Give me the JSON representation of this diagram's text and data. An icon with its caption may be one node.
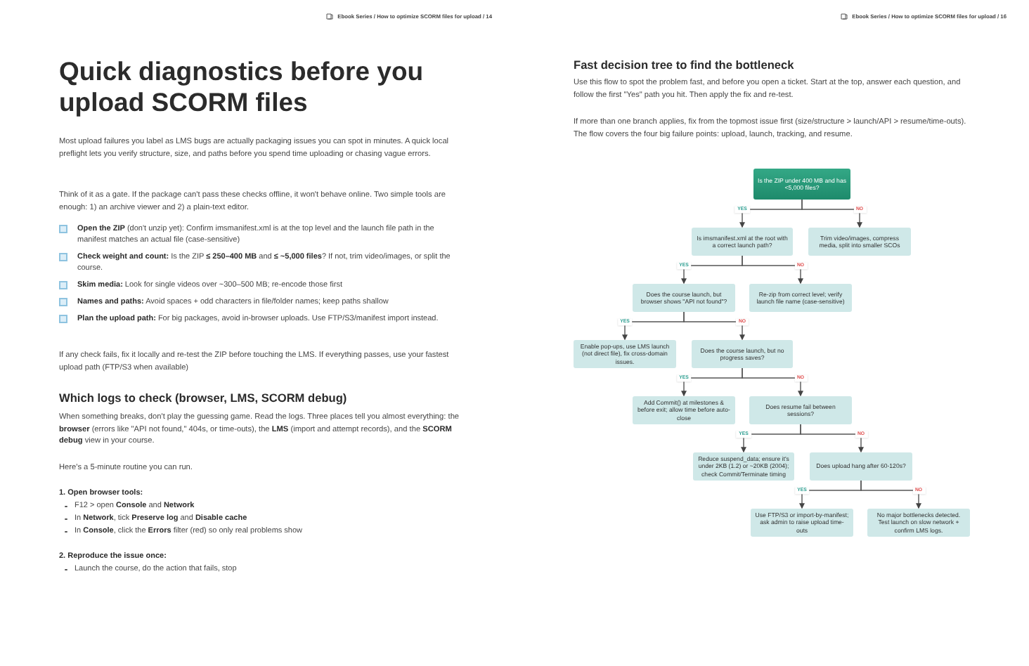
{
  "diagram": {
    "nodes": [
      {
        "text": [
          "Is the ZIP under 400 MB and has <5,000 files?"
        ]
      },
      {
        "text": [
          "Is imsmanifest.xml at the root with a correct launch path?"
        ]
      },
      {
        "text": [
          "Trim video/images, compress media, split into smaller SCOs"
        ]
      },
      {
        "text": [
          "Does the course launch, but browser shows \"API not found\"?"
        ]
      },
      {
        "text": [
          "Re-zip from correct level; verify launch file name (case-sensitive)"
        ]
      },
      {
        "text": [
          "Enable pop-ups, use LMS launch (not direct file), fix cross-domain issues."
        ]
      },
      {
        "text": [
          "Does the course launch, but no progress saves?"
        ]
      },
      {
        "text": [
          "Add Commit() at milestones & before exit; allow time before auto-close"
        ]
      },
      {
        "text": [
          "Does resume fail between sessions?"
        ]
      },
      {
        "text": [
          "Reduce suspend_data; ensure it's under 2KB (1.2) or ~20KB (2004); check Commit/Terminate timing"
        ]
      },
      {
        "text": [
          "Does upload hang after 60-120s?"
        ]
      },
      {
        "text": [
          "Use FTP/S3 or import-by-manifest; ask admin to raise upload time-outs"
        ]
      },
      {
        "text": [
          "No major bottlenecks detected. Test launch on slow network + confirm LMS logs."
        ]
      }
    ],
    "edges": [
      {
        "from": 0,
        "to": 1,
        "arrow": "to",
        "label": "YES"
      },
      {
        "from": 0,
        "to": 2,
        "arrow": "to",
        "label": "NO"
      },
      {
        "from": 1,
        "to": 3,
        "arrow": "to",
        "label": "YES"
      },
      {
        "from": 1,
        "to": 4,
        "arrow": "to",
        "label": "NO"
      },
      {
        "from": 3,
        "to": 5,
        "arrow": "to",
        "label": "YES"
      },
      {
        "from": 3,
        "to": 6,
        "arrow": "to",
        "label": "NO"
      },
      {
        "from": 6,
        "to": 7,
        "arrow": "to",
        "label": "YES"
      },
      {
        "from": 6,
        "to": 8,
        "arrow": "to",
        "label": "NO"
      },
      {
        "from": 8,
        "to": 9,
        "arrow": "to",
        "label": "YES"
      },
      {
        "from": 8,
        "to": 10,
        "arrow": "to",
        "label": "NO"
      },
      {
        "from": 10,
        "to": 11,
        "arrow": "to",
        "label": "YES"
      },
      {
        "from": 10,
        "to": 12,
        "arrow": "to",
        "label": "NO"
      }
    ],
    "labels": [
      "Ebook Series / How to optimize SCORM files for upload / 14",
      "Quick diagnostics before you upload SCORM files",
      "Most upload failures you label as LMS bugs are actually packaging issues you can spot in minutes. A quick local preflight lets you verify structure, size, and paths before you spend time uploading or chasing vague errors.",
      "Think of it as a gate. If the package can't pass these checks offline, it won't behave online. Two simple tools are enough: 1) an archive viewer and 2) a plain-text editor.",
      "**Open the ZIP** (don't unzip yet): Confirm imsmanifest.xml is at the top level and the launch file path in the manifest matches an actual file (case-sensitive)",
      "**Check weight and count:** Is the ZIP **≤ 250–400 MB** and **≤ ~5,000 files**? If not, trim video/images, or split the course.",
      "**Skim media:** Look for single videos over ~300–500 MB; re-encode those first",
      "**Names and paths:** Avoid spaces + odd characters in file/folder names; keep paths shallow",
      "**Plan the upload path:** For big packages, avoid in-browser uploads. Use FTP/S3/manifest import instead.",
      "If any check fails, fix it locally and re-test the ZIP before touching the LMS. If everything passes, use your fastest upload path (FTP/S3 when available)",
      "Which logs to check (browser, LMS, SCORM debug)",
      "When something breaks, don't play the guessing game. Read the logs. Three places tell you almost everything: the **browser** (errors like \"API not found,\" 404s, or time-outs), the **LMS** (import and attempt records), and the **SCORM debug** view in your course.",
      "Here's a 5-minute routine you can run.",
      "1. Open browser tools:",
      "F12 > open **Console** and **Network**",
      "In **Network**, tick **Preserve log** and **Disable cache**",
      "In **Console**, click the **Errors** filter (red) so only real problems show",
      "2. Reproduce the issue once:",
      "Launch the course, do the action that fails, stop",
      "Ebook Series / How to optimize SCORM files for upload / 16",
      "Fast decision tree to find the bottleneck",
      "Use this flow to spot the problem fast, and before you open a ticket. Start at the top, answer each question, and follow the first \"Yes\" path you hit. Then apply the fix and re-test.",
      "If more than one branch applies, fix from the topmost issue first (size/structure > launch/API > resume/time-outs). The flow covers the four big failure points: upload, launch, tracking, and resume."
    ]
  }
}
